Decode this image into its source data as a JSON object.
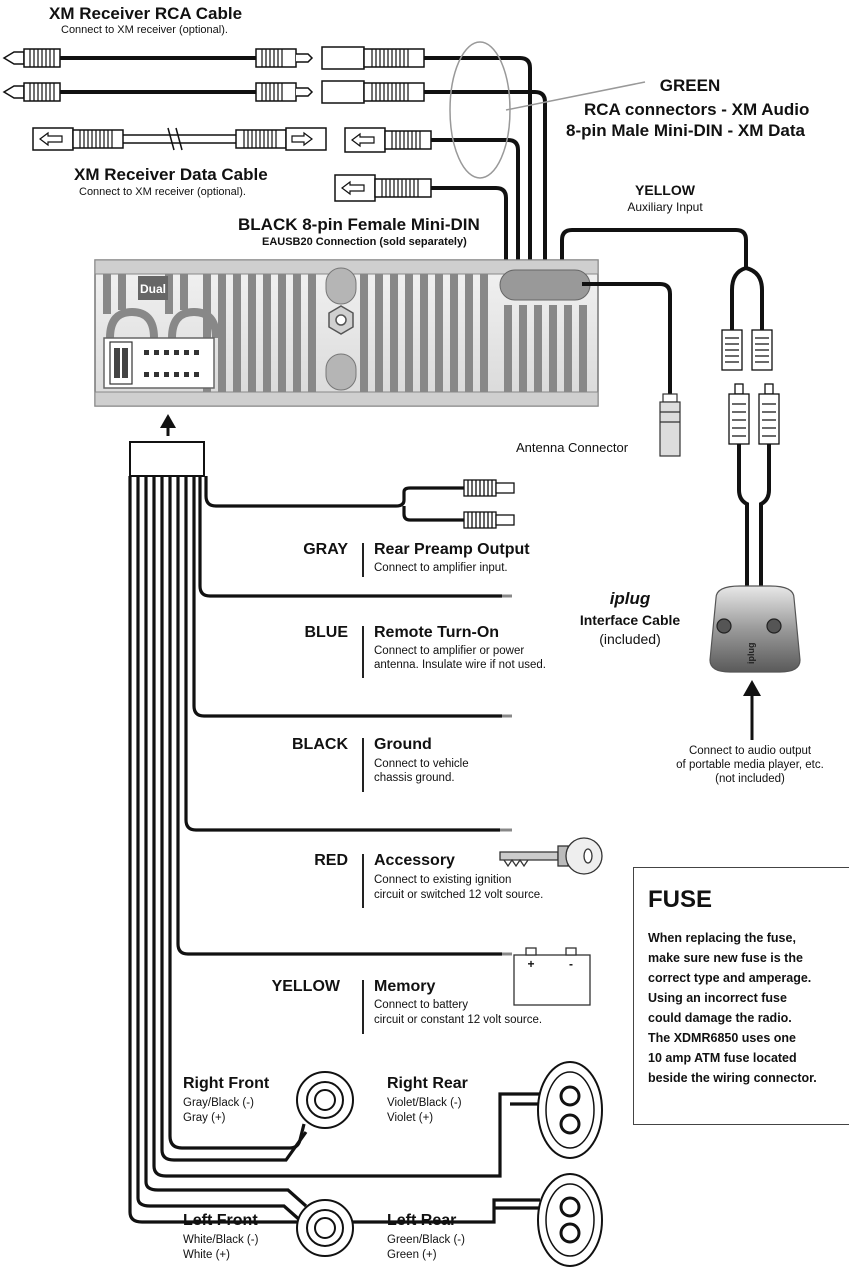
{
  "xm_rca": {
    "title": "XM Receiver RCA Cable",
    "note": "Connect to XM receiver (optional)."
  },
  "green": {
    "title": "GREEN",
    "line1": "RCA connectors - XM Audio",
    "line2": "8-pin Male Mini-DIN - XM Data"
  },
  "xm_data": {
    "title": "XM Receiver Data Cable",
    "note": "Connect to XM receiver (optional)."
  },
  "yellow_aux": {
    "title": "YELLOW",
    "note": "Auxiliary Input"
  },
  "black_din": {
    "title": "BLACK  8-pin Female Mini-DIN",
    "note": "EAUSB20 Connection  (sold separately)"
  },
  "brand": "Dual",
  "antenna": "Antenna Connector",
  "iplug": {
    "logo": "iplug",
    "line1": "Interface Cable",
    "line2": "(included)",
    "device_logo": "iplug"
  },
  "audio_out": {
    "line1": "Connect to audio output",
    "line2": "of portable media player, etc.",
    "line3": "(not included)"
  },
  "wires": [
    {
      "color": "GRAY",
      "title": "Rear Preamp Output",
      "desc": [
        "Connect to amplifier input."
      ]
    },
    {
      "color": "BLUE",
      "title": "Remote Turn-On",
      "desc": [
        "Connect to amplifier or power",
        "antenna. Insulate wire if not used."
      ]
    },
    {
      "color": "BLACK",
      "title": "Ground",
      "desc": [
        "Connect to vehicle",
        "chassis ground."
      ]
    },
    {
      "color": "RED",
      "title": "Accessory",
      "desc": [
        "Connect to existing ignition",
        "circuit or switched 12 volt source."
      ]
    },
    {
      "color": "YELLOW",
      "title": "Memory",
      "desc": [
        "Connect to battery",
        "circuit or constant 12 volt source."
      ]
    }
  ],
  "battery": {
    "plus": "+",
    "minus": "-"
  },
  "fuse": {
    "title": "FUSE",
    "lines": [
      "When replacing the fuse,",
      "make sure new fuse is the",
      "correct type and amperage.",
      "Using an incorrect fuse",
      "could damage the radio.",
      "The XDMR6850 uses one",
      "10 amp ATM fuse located",
      "beside the wiring connector."
    ]
  },
  "speakers": {
    "right_front": {
      "title": "Right Front",
      "neg": "Gray/Black (-)",
      "pos": "Gray (+)"
    },
    "right_rear": {
      "title": "Right Rear",
      "neg": "Violet/Black (-)",
      "pos": "Violet (+)"
    },
    "left_front": {
      "title": "Left Front",
      "neg": "White/Black (-)",
      "pos": "White (+)"
    },
    "left_rear": {
      "title": "Left Rear",
      "neg": "Green/Black (-)",
      "pos": "Green (+)"
    }
  }
}
